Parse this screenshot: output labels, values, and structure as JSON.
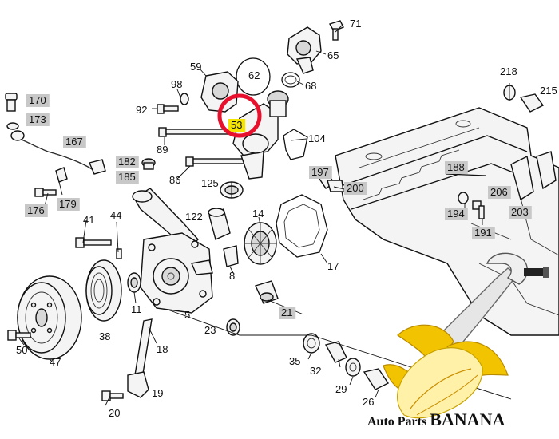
{
  "diagram": {
    "callouts": [
      {
        "id": "p71",
        "text": "71",
        "highlight": false
      },
      {
        "id": "p65",
        "text": "65",
        "highlight": false
      },
      {
        "id": "p59",
        "text": "59",
        "highlight": false
      },
      {
        "id": "p62",
        "text": "62",
        "highlight": false
      },
      {
        "id": "p98",
        "text": "98",
        "highlight": false
      },
      {
        "id": "p68",
        "text": "68",
        "highlight": false
      },
      {
        "id": "p218",
        "text": "218",
        "highlight": false
      },
      {
        "id": "p215",
        "text": "215",
        "highlight": false
      },
      {
        "id": "p170",
        "text": "170",
        "highlight": true
      },
      {
        "id": "p92",
        "text": "92",
        "highlight": false
      },
      {
        "id": "p53",
        "text": "53",
        "highlight": true
      },
      {
        "id": "p173",
        "text": "173",
        "highlight": true
      },
      {
        "id": "p167",
        "text": "167",
        "highlight": true
      },
      {
        "id": "p89",
        "text": "89",
        "highlight": false
      },
      {
        "id": "p104",
        "text": "104",
        "highlight": false
      },
      {
        "id": "p182",
        "text": "182",
        "highlight": true
      },
      {
        "id": "p185",
        "text": "185",
        "highlight": true
      },
      {
        "id": "p86",
        "text": "86",
        "highlight": false
      },
      {
        "id": "p197",
        "text": "197",
        "highlight": true
      },
      {
        "id": "p188",
        "text": "188",
        "highlight": true
      },
      {
        "id": "p125",
        "text": "125",
        "highlight": false
      },
      {
        "id": "p200",
        "text": "200",
        "highlight": true
      },
      {
        "id": "p206",
        "text": "206",
        "highlight": true
      },
      {
        "id": "p176",
        "text": "176",
        "highlight": true
      },
      {
        "id": "p179",
        "text": "179",
        "highlight": true
      },
      {
        "id": "p44",
        "text": "44",
        "highlight": false
      },
      {
        "id": "p14",
        "text": "14",
        "highlight": false
      },
      {
        "id": "p194",
        "text": "194",
        "highlight": true
      },
      {
        "id": "p203",
        "text": "203",
        "highlight": true
      },
      {
        "id": "p41",
        "text": "41",
        "highlight": false
      },
      {
        "id": "p122",
        "text": "122",
        "highlight": false
      },
      {
        "id": "p191",
        "text": "191",
        "highlight": true
      },
      {
        "id": "p17",
        "text": "17",
        "highlight": false
      },
      {
        "id": "p8",
        "text": "8",
        "highlight": false
      },
      {
        "id": "p11",
        "text": "11",
        "highlight": false
      },
      {
        "id": "p5",
        "text": "5",
        "highlight": false
      },
      {
        "id": "p21",
        "text": "21",
        "highlight": true
      },
      {
        "id": "p38",
        "text": "38",
        "highlight": false
      },
      {
        "id": "p23",
        "text": "23",
        "highlight": false
      },
      {
        "id": "p50",
        "text": "50",
        "highlight": false
      },
      {
        "id": "p18",
        "text": "18",
        "highlight": false
      },
      {
        "id": "p47",
        "text": "47",
        "highlight": false
      },
      {
        "id": "p35",
        "text": "35",
        "highlight": false
      },
      {
        "id": "p32",
        "text": "32",
        "highlight": false
      },
      {
        "id": "p29",
        "text": "29",
        "highlight": false
      },
      {
        "id": "p19",
        "text": "19",
        "highlight": false
      },
      {
        "id": "p26",
        "text": "26",
        "highlight": false
      },
      {
        "id": "p20",
        "text": "20",
        "highlight": false
      }
    ],
    "selected_part": "53",
    "colors": {
      "selection_ring": "#e8112d",
      "selected_badge": "#f5e300",
      "label_highlight": "#c8c8c8",
      "banana_yellow": "#f2c300",
      "banana_light": "#fff1a8"
    }
  },
  "watermark": {
    "brand_prefix": "Auto Parts ",
    "brand_name": "BANANA"
  }
}
